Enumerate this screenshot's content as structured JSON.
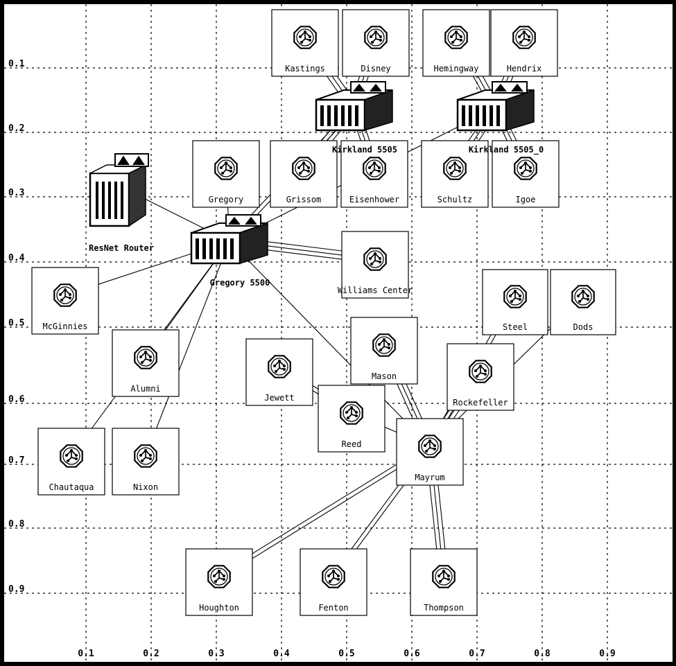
{
  "x_axis_ticks": [
    "0.1",
    "0.2",
    "0.3",
    "0.4",
    "0.5",
    "0.6",
    "0.7",
    "0.8",
    "0.9"
  ],
  "y_axis_ticks": [
    "0.1",
    "0.2",
    "0.3",
    "0.4",
    "0.5",
    "0.6",
    "0.7",
    "0.8",
    "0.9"
  ],
  "routers": [
    {
      "id": "kastings",
      "label": "Kastings"
    },
    {
      "id": "disney",
      "label": "Disney"
    },
    {
      "id": "hemingway",
      "label": "Hemingway"
    },
    {
      "id": "hendrix",
      "label": "Hendrix"
    },
    {
      "id": "gregory",
      "label": "Gregory"
    },
    {
      "id": "grissom",
      "label": "Grissom"
    },
    {
      "id": "eisenhower",
      "label": "Eisenhower"
    },
    {
      "id": "schultz",
      "label": "Schultz"
    },
    {
      "id": "igoe",
      "label": "Igoe"
    },
    {
      "id": "mcginnies",
      "label": "McGinnies"
    },
    {
      "id": "williams",
      "label": "Williams Center"
    },
    {
      "id": "steel",
      "label": "Steel"
    },
    {
      "id": "dods",
      "label": "Dods"
    },
    {
      "id": "mason",
      "label": "Mason"
    },
    {
      "id": "jewett",
      "label": "Jewett"
    },
    {
      "id": "alumni",
      "label": "Alumni"
    },
    {
      "id": "rockefeller",
      "label": "Rockefeller"
    },
    {
      "id": "reed",
      "label": "Reed"
    },
    {
      "id": "chautaqua",
      "label": "Chautaqua"
    },
    {
      "id": "nixon",
      "label": "Nixon"
    },
    {
      "id": "mayrum",
      "label": "Mayrum"
    },
    {
      "id": "houghton",
      "label": "Houghton"
    },
    {
      "id": "fenton",
      "label": "Fenton"
    },
    {
      "id": "thompson",
      "label": "Thompson"
    }
  ],
  "switches": [
    {
      "id": "kirkland5505",
      "label": "Kirkland 5505"
    },
    {
      "id": "kirkland5505_0",
      "label": "Kirkland 5505_0"
    },
    {
      "id": "gregory5500",
      "label": "Gregory 5500"
    }
  ],
  "resnet_router": {
    "id": "resnet",
    "label": "ResNet Router"
  },
  "links": [
    [
      "kirkland5505",
      "kastings",
      3
    ],
    [
      "kirkland5505",
      "disney",
      3
    ],
    [
      "kirkland5505",
      "grissom",
      3
    ],
    [
      "kirkland5505",
      "eisenhower",
      3
    ],
    [
      "kirkland5505_0",
      "hemingway",
      3
    ],
    [
      "kirkland5505_0",
      "hendrix",
      3
    ],
    [
      "kirkland5505_0",
      "schultz",
      3
    ],
    [
      "kirkland5505_0",
      "igoe",
      3
    ],
    [
      "gregory5500",
      "kirkland5505",
      2
    ],
    [
      "gregory5500",
      "kirkland5505_0",
      1
    ],
    [
      "gregory5500",
      "gregory",
      1
    ],
    [
      "gregory5500",
      "resnet",
      1
    ],
    [
      "gregory5500",
      "williams",
      3
    ],
    [
      "gregory5500",
      "mcginnies",
      1
    ],
    [
      "gregory5500",
      "alumni",
      1
    ],
    [
      "gregory5500",
      "chautaqua",
      1
    ],
    [
      "gregory5500",
      "nixon",
      1
    ],
    [
      "gregory5500",
      "mayrum",
      1
    ],
    [
      "mayrum",
      "steel",
      2
    ],
    [
      "mayrum",
      "dods",
      1
    ],
    [
      "mayrum",
      "mason",
      3
    ],
    [
      "mayrum",
      "rockefeller",
      3
    ],
    [
      "mayrum",
      "reed",
      1
    ],
    [
      "mayrum",
      "houghton",
      2
    ],
    [
      "mayrum",
      "fenton",
      2
    ],
    [
      "mayrum",
      "thompson",
      3
    ],
    [
      "jewett",
      "reed",
      2
    ]
  ]
}
